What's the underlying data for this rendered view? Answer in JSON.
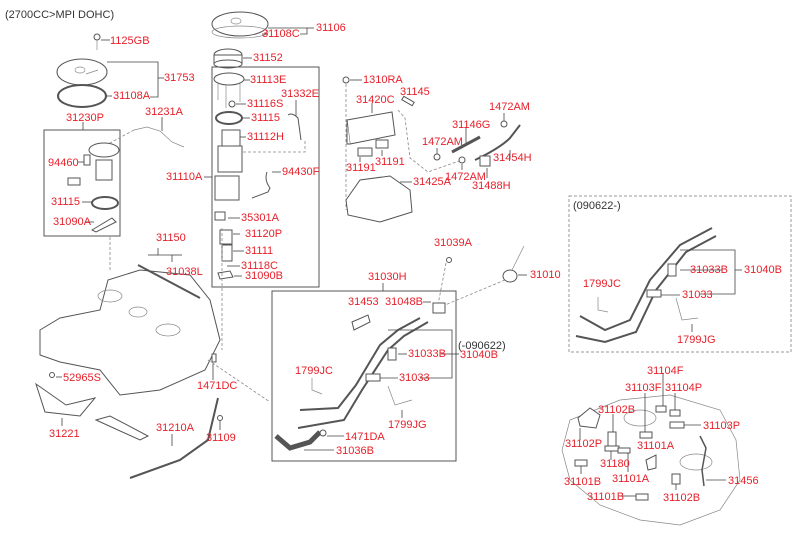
{
  "title": "(2700CC>MPI DOHC)",
  "colors": {
    "label": "#e8202a",
    "line": "#555555",
    "heading": "#333333"
  },
  "sections": {
    "variant_new": "(090622-)",
    "variant_old": "(-090622)"
  },
  "labels": {
    "l1125GB": "1125GB",
    "l31753": "31753",
    "l31108A": "31108A",
    "l31230P": "31230P",
    "l31231A": "31231A",
    "l94460": "94460",
    "l31115a": "31115",
    "l31090A": "31090A",
    "l31106": "31106",
    "l31108C": "31108C",
    "l31152": "31152",
    "l31113E": "31113E",
    "l31116S": "31116S",
    "l31332E": "31332E",
    "l31115b": "31115",
    "l31112H": "31112H",
    "l31110A": "31110A",
    "l94430F": "94430F",
    "l35301A": "35301A",
    "l31120P": "31120P",
    "l31111": "31111",
    "l31118C": "31118C",
    "l31090B": "31090B",
    "l1310RA": "1310RA",
    "l31145": "31145",
    "l31420C": "31420C",
    "l1472AMa": "1472AM",
    "l31146G": "31146G",
    "l1472AMb": "1472AM",
    "l31454H": "31454H",
    "l31191a": "31191",
    "l31191b": "31191",
    "l1472AMc": "1472AM",
    "l31425A": "31425A",
    "l31488H": "31488H",
    "l31150": "31150",
    "l31038L": "31038L",
    "l52965S": "52965S",
    "l1471DC": "1471DC",
    "l31221": "31221",
    "l31210A": "31210A",
    "l31109": "31109",
    "l31039A": "31039A",
    "l31030H": "31030H",
    "l31010": "31010",
    "l31453": "31453",
    "l31048B": "31048B",
    "l31033Ba": "31033B",
    "l31040Ba": "31040B",
    "l1799JCa": "1799JC",
    "l31033a": "31033",
    "l1799JGa": "1799JG",
    "l1471DA": "1471DA",
    "l31036B": "31036B",
    "l31033Bb": "31033B",
    "l31040Bb": "31040B",
    "l1799JCb": "1799JC",
    "l31033b": "31033",
    "l1799JGb": "1799JG",
    "l31104F": "31104F",
    "l31103F": "31103F",
    "l31104P": "31104P",
    "l31102Ba": "31102B",
    "l31103P": "31103P",
    "l31102P": "31102P",
    "l31101Aa": "31101A",
    "l31180": "31180",
    "l31101Ab": "31101A",
    "l31101Ba": "31101B",
    "l31456": "31456",
    "l31101Bb": "31101B",
    "l31102Bb": "31102B"
  }
}
